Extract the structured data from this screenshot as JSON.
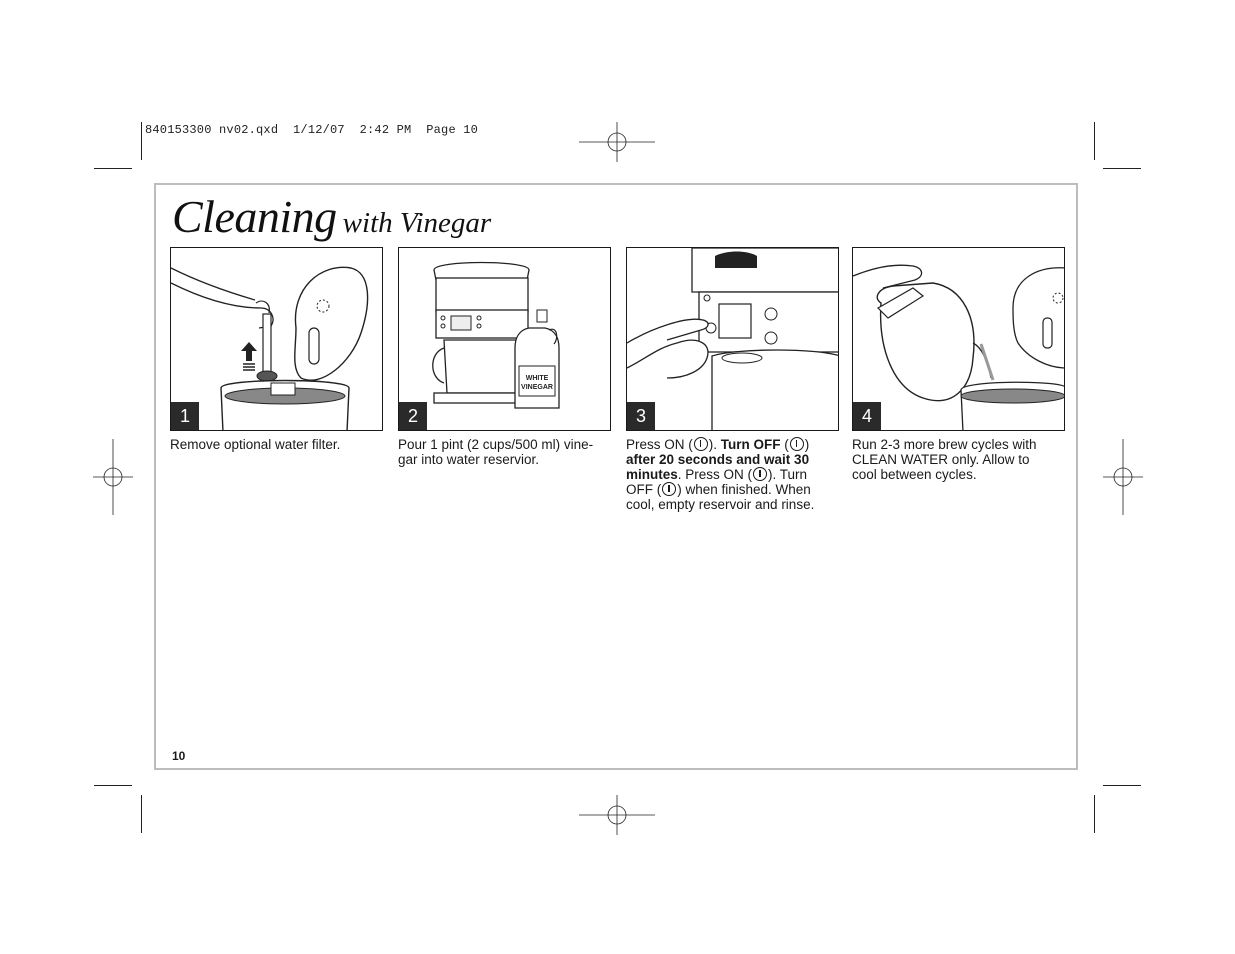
{
  "slug_line": "840153300 nv02.qxd  1/12/07  2:42 PM  Page 10",
  "title": {
    "main": "Cleaning",
    "sub": "with Vinegar"
  },
  "steps": [
    {
      "number": "1",
      "caption": "Remove optional water filter."
    },
    {
      "number": "2",
      "caption": "Pour 1 pint (2 cups/500 ml) vine-gar into water reservior.",
      "bottle_label_line1": "WHITE",
      "bottle_label_line2": "VINEGAR"
    },
    {
      "number": "3",
      "t1": "Press ON (",
      "t2": "). ",
      "b1": "Turn OFF",
      "t3": " (",
      "t4": ") ",
      "b2": "after 20 seconds and wait 30 minutes",
      "t5": ". Press ON (",
      "t6": "). Turn OFF (",
      "t7": ") when finished. When cool, empty reservoir and rinse."
    },
    {
      "number": "4",
      "caption": "Run 2-3 more brew cycles with CLEAN WATER only. Allow to cool between cycles."
    }
  ],
  "page_number": "10",
  "icons": [
    "power-icon",
    "registration-mark",
    "up-arrow-icon"
  ]
}
